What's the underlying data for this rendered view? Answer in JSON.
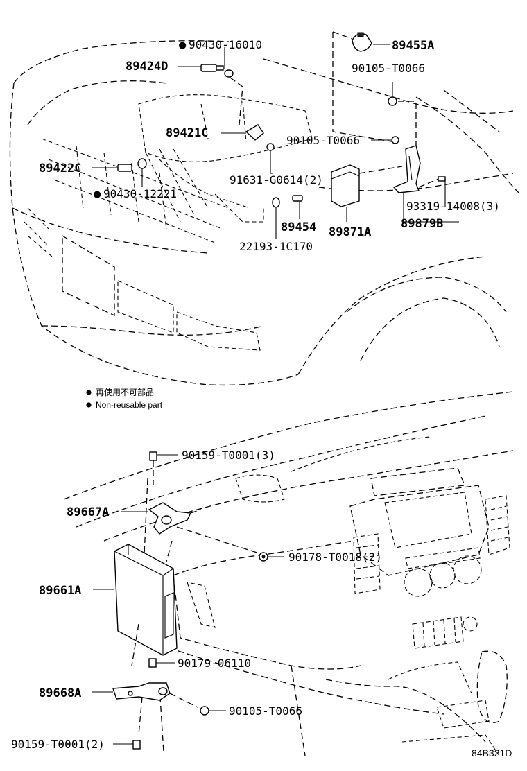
{
  "diagram": {
    "code": "84B321D",
    "legend": {
      "jp": "再使用不可部品",
      "en": "Non-reusable part"
    },
    "non_reusable_mark": "●",
    "labels": {
      "p90430_16010": "90430-16010",
      "p89455A": "89455A",
      "p89424D": "89424D",
      "p90105_T0066_a": "90105-T0066",
      "p89421C": "89421C",
      "p90105_T0066_b": "90105-T0066",
      "p89422C": "89422C",
      "p91631_G0614": "91631-G0614(2)",
      "p90430_12221": "90430-12221",
      "p93319_14008": "93319-14008(3)",
      "p89454": "89454",
      "p89871A": "89871A",
      "p89879B": "89879B",
      "p22193_1C170": "22193-1C170",
      "p90159_T0001_3": "90159-T0001(3)",
      "p89667A": "89667A",
      "p90178_T0018": "90178-T0018(2)",
      "p89661A": "89661A",
      "p90179_06110": "90179-06110",
      "p89668A": "89668A",
      "p90105_T0066_c": "90105-T0066",
      "p90159_T0001_2": "90159-T0001(2)"
    }
  }
}
